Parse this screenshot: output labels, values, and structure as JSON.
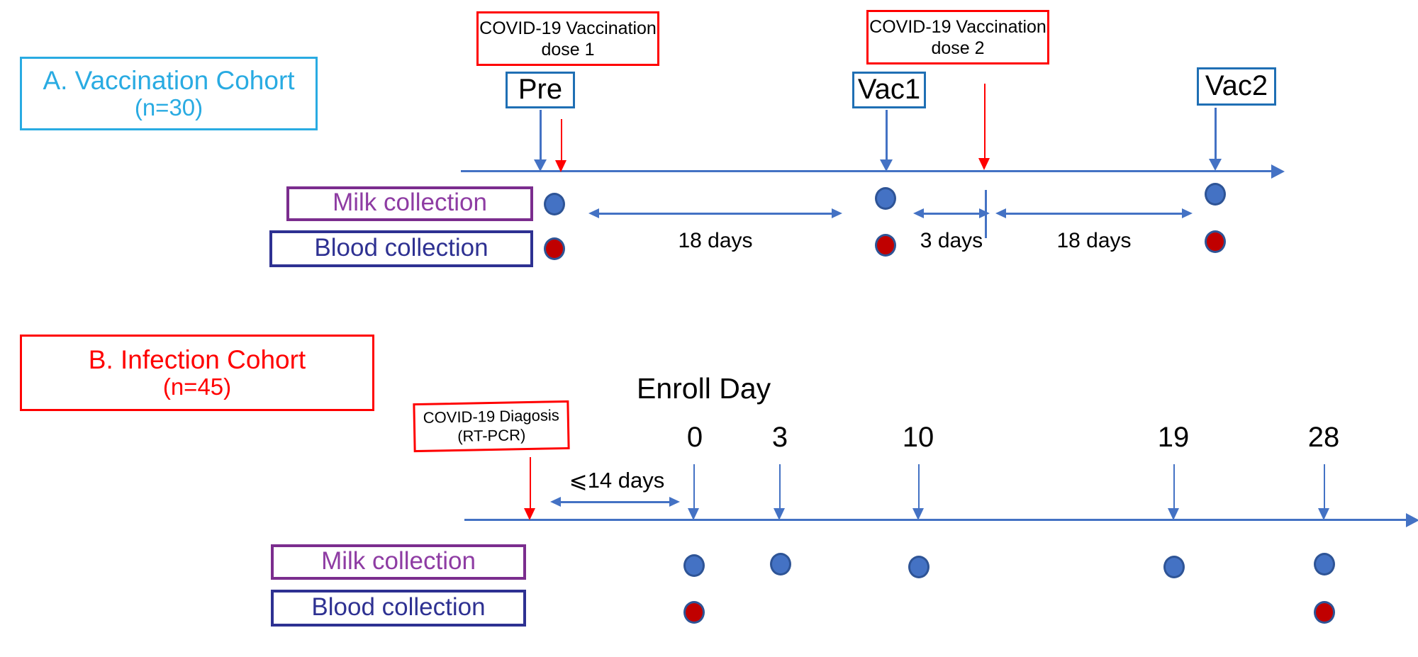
{
  "figure": {
    "background": "#ffffff",
    "colors": {
      "cohort_a_accent": "#29ABE2",
      "cohort_b_accent": "#FF0000",
      "timeline": "#4472C4",
      "milk_accent": "#8E3CA3",
      "blood_accent": "#2E3192",
      "milk_dot": "#4472C4",
      "blood_dot": "#C00000",
      "callout_border": "#FF0000",
      "timepoint_border": "#1F6FB4"
    }
  },
  "cohort_a": {
    "title_line1": "A.  Vaccination Cohort",
    "title_line2": "(n=30)",
    "callouts": {
      "dose1_line1": "COVID-19 Vaccination",
      "dose1_line2": "dose 1",
      "dose2_line1": "COVID-19 Vaccination",
      "dose2_line2": "dose 2"
    },
    "timepoints": [
      {
        "label": "Pre"
      },
      {
        "label": "Vac1"
      },
      {
        "label": "Vac2"
      }
    ],
    "rows": {
      "milk_label": "Milk collection",
      "blood_label": "Blood collection"
    },
    "intervals": [
      {
        "label": "18 days"
      },
      {
        "label": "3 days"
      },
      {
        "label": "18 days"
      }
    ],
    "milk_collections": [
      "Pre",
      "Vac1",
      "Vac2"
    ],
    "blood_collections": [
      "Pre",
      "Vac1",
      "Vac2"
    ]
  },
  "cohort_b": {
    "title_line1": "B.  Infection Cohort",
    "title_line2": "(n=45)",
    "callouts": {
      "diagnosis_line1": "COVID-19 Diagosis",
      "diagnosis_line2": "(RT-PCR)"
    },
    "enroll_day_label": "Enroll Day",
    "day_ticks": [
      "0",
      "3",
      "10",
      "19",
      "28"
    ],
    "intervals": [
      {
        "label": "⩽14 days"
      }
    ],
    "rows": {
      "milk_label": "Milk collection",
      "blood_label": "Blood collection"
    },
    "milk_collections": [
      "0",
      "3",
      "10",
      "19",
      "28"
    ],
    "blood_collections": [
      "0",
      "28"
    ]
  },
  "chart_data": {
    "type": "timeline",
    "title": "Study design: milk and blood sampling schedules for vaccination and infection cohorts",
    "panels": [
      {
        "id": "A",
        "name": "Vaccination Cohort",
        "n": 30,
        "events": [
          {
            "name": "COVID-19 Vaccination dose 1",
            "type": "vaccination",
            "at": "Pre"
          },
          {
            "name": "COVID-19 Vaccination dose 2",
            "type": "vaccination",
            "at": "between Vac1 and Vac2"
          }
        ],
        "timepoints": [
          "Pre",
          "Vac1",
          "Vac2"
        ],
        "intervals": [
          {
            "from": "Pre",
            "to": "Vac1",
            "days": 18,
            "label": "18 days"
          },
          {
            "from": "Vac1",
            "to": "dose 2",
            "days": 3,
            "label": "3 days"
          },
          {
            "from": "dose 2",
            "to": "Vac2",
            "days": 18,
            "label": "18 days"
          }
        ],
        "samples": {
          "milk": [
            "Pre",
            "Vac1",
            "Vac2"
          ],
          "blood": [
            "Pre",
            "Vac1",
            "Vac2"
          ]
        }
      },
      {
        "id": "B",
        "name": "Infection Cohort",
        "n": 45,
        "events": [
          {
            "name": "COVID-19 Diagosis (RT-PCR)",
            "type": "diagnosis",
            "at": "⩽14 days before Enroll Day 0"
          }
        ],
        "x_axis_label": "Enroll Day",
        "day_ticks": [
          0,
          3,
          10,
          19,
          28
        ],
        "intervals": [
          {
            "from": "diagnosis",
            "to": "day 0",
            "days": 14,
            "operator": "⩽",
            "label": "⩽14 days"
          }
        ],
        "samples": {
          "milk": [
            0,
            3,
            10,
            19,
            28
          ],
          "blood": [
            0,
            28
          ]
        }
      }
    ]
  }
}
